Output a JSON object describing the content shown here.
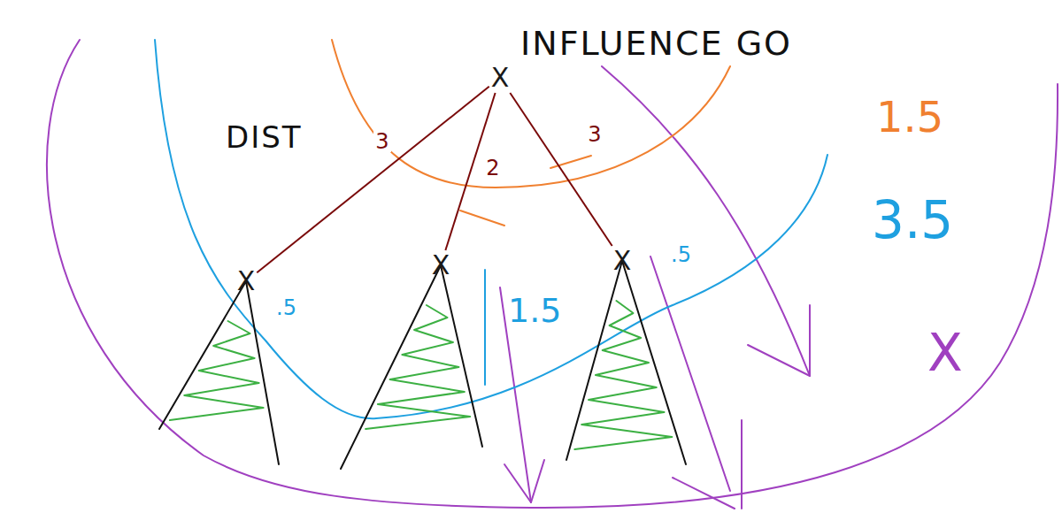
{
  "diagram": {
    "nodes": [
      {
        "text": [
          "X"
        ]
      },
      {
        "text": [
          "X"
        ]
      },
      {
        "text": [
          "X"
        ]
      },
      {
        "text": [
          "X"
        ]
      }
    ],
    "edges": [
      {
        "from": 0,
        "to": 1,
        "label": "3",
        "arrow": "none"
      },
      {
        "from": 0,
        "to": 2,
        "label": "2",
        "arrow": "none"
      },
      {
        "from": 0,
        "to": 3,
        "label": "3",
        "arrow": "none"
      }
    ],
    "labels": [
      "INFLUENCE GO",
      "DIST",
      "1.5",
      "3.5",
      ".5",
      "1.5",
      ".5",
      "X"
    ]
  }
}
